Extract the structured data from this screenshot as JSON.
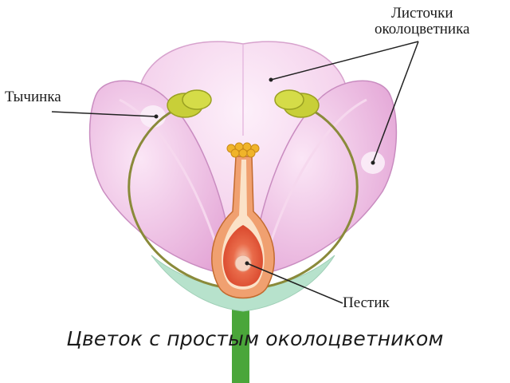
{
  "labels": {
    "perianth_line1": "Листочки",
    "perianth_line2": "околоцветника",
    "stamen": "Тычинка",
    "pistil": "Пестик"
  },
  "caption": "Цветок с простым околоцветником",
  "colors": {
    "petal_outer": "#e9a9da",
    "petal_inner": "#f6d8ee",
    "petal_edge": "#c98cc0",
    "sepal": "#b7e2cc",
    "stem": "#4aa63a",
    "anther": "#c8cf38",
    "filament": "#8a8a3a",
    "pistil_outer": "#f0a070",
    "pistil_inner": "#e25a3a",
    "pollen": "#f0b42a",
    "leader_line": "#222222"
  }
}
